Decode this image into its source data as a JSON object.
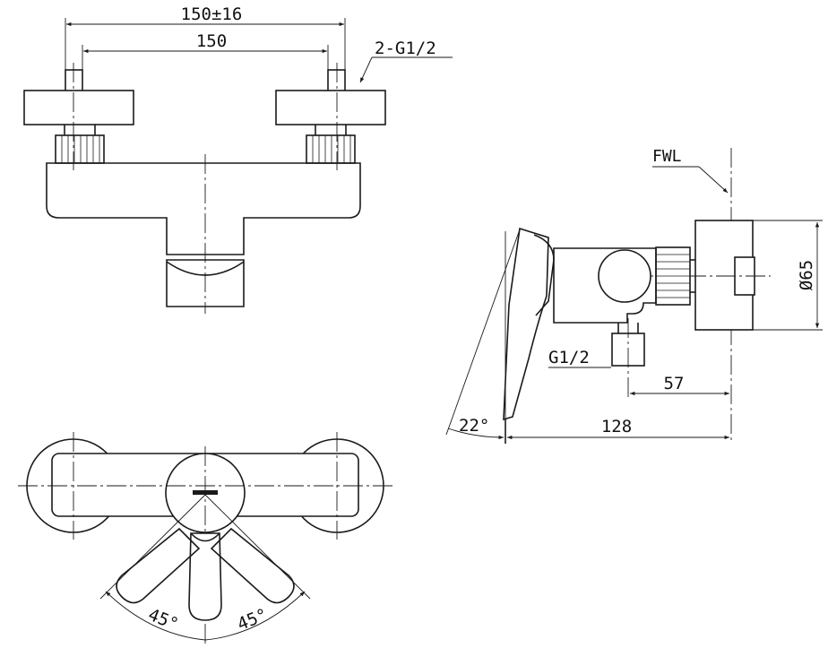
{
  "dimensions": {
    "top_width_tolerance": "150±16",
    "top_width": "150",
    "inlet_thread": "2-G1/2",
    "fwl": "FWL",
    "diameter": "Ø65",
    "outlet_thread": "G1/2",
    "offset_57": "57",
    "depth_128": "128",
    "lever_angle": "22°",
    "swing_left": "45°",
    "swing_right": "45°"
  }
}
